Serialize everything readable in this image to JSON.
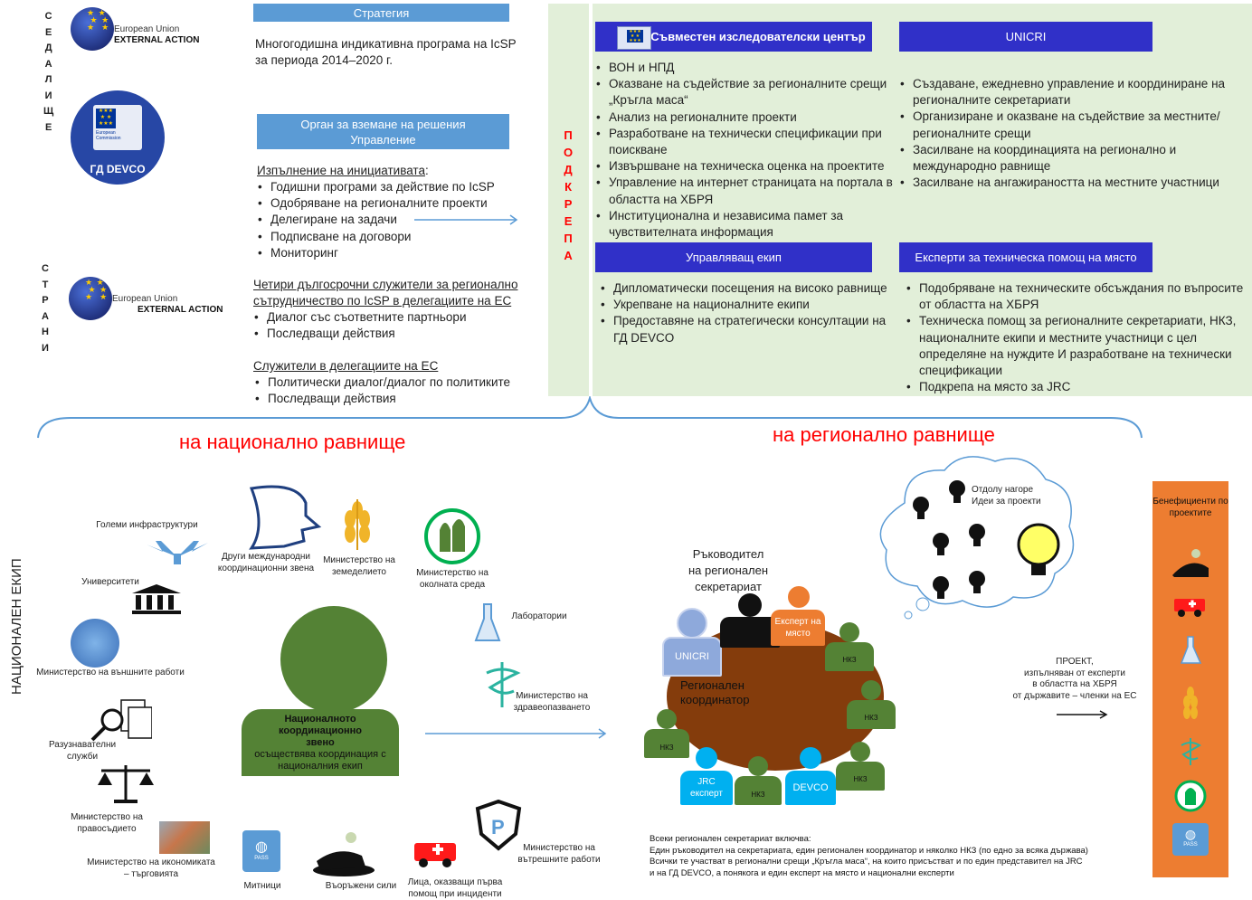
{
  "left_vertical": {
    "seat": [
      "С",
      "Е",
      "Д",
      "А",
      "Л",
      "И",
      "Щ",
      "Е"
    ],
    "countries": [
      "С",
      "Т",
      "Р",
      "А",
      "Н",
      "И"
    ]
  },
  "eu_logo_top": {
    "line1": "European Union",
    "line2": "EXTERNAL ACTION"
  },
  "eu_logo_bottom": {
    "line1": "European Union",
    "line2": "EXTERNAL ACTION"
  },
  "devco_logo": {
    "caption": "ГД DEVCO",
    "small1": "European",
    "small2": "Commission"
  },
  "strategy": {
    "header": "Стратегия",
    "text_lines": [
      "Многогодишна индикативна програма на IcSP",
      "за периода 2014–2020 г."
    ]
  },
  "decision": {
    "header_lines": [
      "Орган за вземане на решения",
      "Управление"
    ],
    "exec_title": "Изпълнение на инициативата",
    "exec_colon": ":",
    "items": [
      "Годишни програми за действие по IcSP",
      "Одобряване на регионалните проекти",
      "Делегиране на задачи",
      "Подписване на договори",
      "Мониторинг"
    ]
  },
  "staff_long": {
    "title_lines": [
      "Четири дългосрочни служители за регионално",
      "сътрудничество по IcSP в делегациите на ЕС"
    ],
    "items": [
      "Диалог със съответните партньори",
      "Последващи действия"
    ]
  },
  "staff_delegations": {
    "title": "Служители в делегациите на ЕС",
    "items": [
      "Политически диалог/диалог по политиките",
      "Последващи действия"
    ]
  },
  "support_vertical": [
    "П",
    "О",
    "Д",
    "К",
    "Р",
    "Е",
    "П",
    "А"
  ],
  "jrc": {
    "header": "Съвместен изследователски център",
    "items": [
      "ВОН и НПД",
      "Оказване на съдействие за регионалните срещи „Кръгла маса“",
      "Анализ на регионалните проекти",
      "Разработване на технически спецификации при поискване",
      "Извършване на техническа оценка на проектите",
      "Управление на интернет страницата на портала в областта на ХБРЯ",
      "Институционална и независима памет за чувствителната информация"
    ]
  },
  "unicri": {
    "header": "UNICRI",
    "items": [
      "Създаване, ежедневно управление и координиране на регионалните секретариати",
      "Организиране и оказване на съдействие за местните/регионалните срещи",
      "Засилване на координацията на регионално и международно равнище",
      "Засилване на ангажираността на местните участници"
    ]
  },
  "mgmt": {
    "header": "Управляващ екип",
    "items": [
      "Дипломатически посещения на високо равнище",
      "Укрепване на националните екипи",
      "Предоставяне на стратегически консултации на ГД DEVCO"
    ]
  },
  "experts": {
    "header": "Експерти за техническа помощ на място",
    "items": [
      "Подобряване на техническите обсъждания по въпросите от областта на ХБРЯ",
      "Техническа помощ за регионалните секретариати, НКЗ, националните екипи и местните участници с цел определяне на нуждите И разработване на технически спецификации",
      "Подкрепа на място за JRC"
    ]
  },
  "national_title": "на национално равнище",
  "regional_title": "на регионално равнище",
  "national_team_vertical": "НАЦИОНАЛЕН ЕКИП",
  "national_labels": {
    "infrastructure": "Големи инфраструктури",
    "universities": "Университети",
    "foreign": "Министерство на външните работи",
    "intel": "Разузнавателни служби",
    "justice": "Министерство на правосъдието",
    "economy": "Министерство на икономиката – търговията",
    "customs": "Митници",
    "armed": "Въоръжени сили",
    "first_aid": "Лица, оказващи първа помощ при инциденти",
    "interior": "Министерство на вътрешните работи",
    "intl": "Други международни координационни звена",
    "agri": "Министерство на земеделието",
    "env": "Министерство на околната среда",
    "labs": "Лаборатории",
    "health": "Министерство на здравеопазването",
    "pass": "PASS"
  },
  "ncb": {
    "title": "Националното координационно звено",
    "text": "осъществява координация с националния екип"
  },
  "regional": {
    "head_lines": [
      "Ръководител",
      "на регионален",
      "секретариат"
    ],
    "coordinator": "Регионален координатор",
    "unicri": "UNICRI",
    "expert": "Експерт на място",
    "jrc": "JRC експерт",
    "devco": "DEVCO",
    "nkz": "НКЗ",
    "ideas_lines": [
      "Отдолу нагоре",
      "Идеи за проекти"
    ],
    "project_lines": [
      "ПРОЕКТ,",
      "изпълняван от експерти",
      "в областта на ХБРЯ",
      "от държавите – членки на ЕС"
    ],
    "footnote": [
      "Всеки регионален секретариат включва:",
      "Един ръководител на секретариата, един регионален координатор и няколко НКЗ (по едно за всяка държава)",
      "Всички те участват в регионални срещи „Кръгла маса“, на които присъстват и по един представител на JRC",
      "и на ГД DEVCO, а понякога и един експерт на място и национални експерти"
    ]
  },
  "beneficiaries": {
    "title": "Бенефициенти по проектите"
  },
  "colors": {
    "blue_header": "#5b9bd5",
    "navy_header": "#3030c8",
    "green": "#548235",
    "brown": "#843c0c",
    "orange": "#ed7d31",
    "light_green_panel": "#e2efd9",
    "red_title": "#ff0000",
    "cyan_person": "#00b0f0"
  }
}
